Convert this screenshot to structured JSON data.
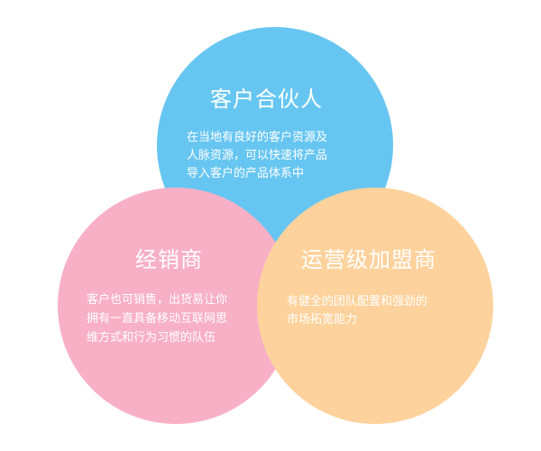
{
  "circles": [
    {
      "title": "客户合伙人",
      "desc_lines": [
        "在当地有良好的客户资源及",
        "人脉资源，可以快速将产品",
        "导入客户的产品体系中"
      ],
      "color": "#67c6f1"
    },
    {
      "title": "经销商",
      "desc_lines": [
        "客户也可销售，出货易让你",
        "拥有一直具备移动互联网思",
        "维方式和行为习惯的队伍"
      ],
      "color": "#f7b0c6"
    },
    {
      "title": "运营级加盟商",
      "desc_lines": [
        "有健全的团队配置和强劲的",
        "市场拓宽能力"
      ],
      "color": "#fdd29c"
    }
  ]
}
